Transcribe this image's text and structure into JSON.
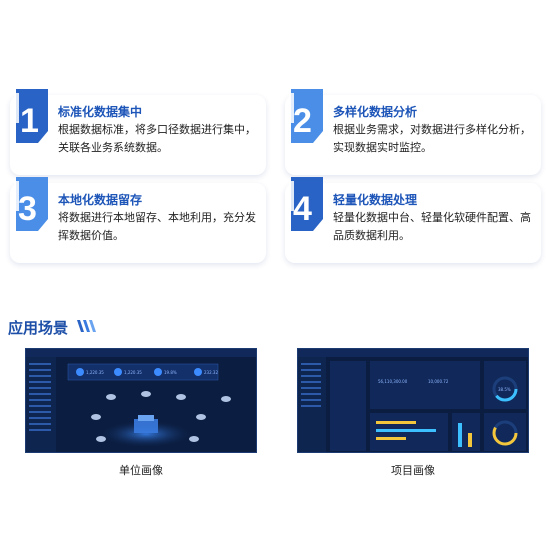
{
  "features": [
    {
      "num": "01",
      "title": "标准化数据集中",
      "desc": "根据数据标准，将多口径数据进行集中，关联各业务系统数据。"
    },
    {
      "num": "02",
      "title": "多样化数据分析",
      "desc": "根据业务需求，对数据进行多样化分析，实现数据实时监控。"
    },
    {
      "num": "03",
      "title": "本地化数据留存",
      "desc": "将数据进行本地留存、本地利用，充分发挥数据价值。"
    },
    {
      "num": "04",
      "title": "轻量化数据处理",
      "desc": "轻量化数据中台、轻量化软硬件配置、高品质数据利用。"
    }
  ],
  "section": {
    "title": "应用场景"
  },
  "screenshots": [
    {
      "caption": "单位画像",
      "kpis": [
        "1,220.35",
        "1,220.35",
        "19.8%",
        "232.32"
      ]
    },
    {
      "caption": "项目画像",
      "kpis": [
        "56,110,300.00",
        "10,000.72"
      ],
      "gauge": "38.5%"
    }
  ],
  "colors": {
    "accent": "#1d55b8",
    "accent_light": "#3a7be0",
    "dash_bg": "#0c1f44"
  }
}
